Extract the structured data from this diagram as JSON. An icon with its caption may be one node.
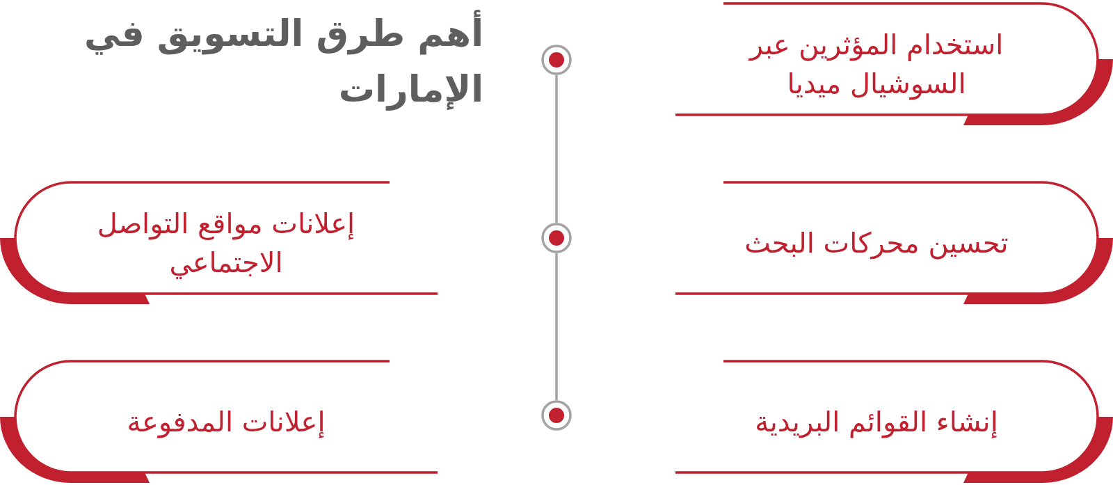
{
  "diagram": {
    "title": "أهم طرق التسويق في الإمارات",
    "nodes": [
      {
        "text": [
          "استخدام المؤثرين عبر السوشيال ميديا"
        ]
      },
      {
        "text": [],
        "shape": "circle"
      },
      {
        "text": [
          "تحسين محركات البحث"
        ]
      },
      {
        "text": [],
        "shape": "circle"
      },
      {
        "text": [
          "إعلانات مواقع التواصل الاجتماعي"
        ]
      },
      {
        "text": [
          "إنشاء القوائم البريدية"
        ]
      },
      {
        "text": [],
        "shape": "circle"
      },
      {
        "text": [
          "إعلانات المدفوعة"
        ]
      }
    ],
    "edges": [
      {
        "from": 1,
        "to": 3,
        "arrow": "none"
      },
      {
        "from": 3,
        "to": 6,
        "arrow": "none"
      }
    ]
  }
}
